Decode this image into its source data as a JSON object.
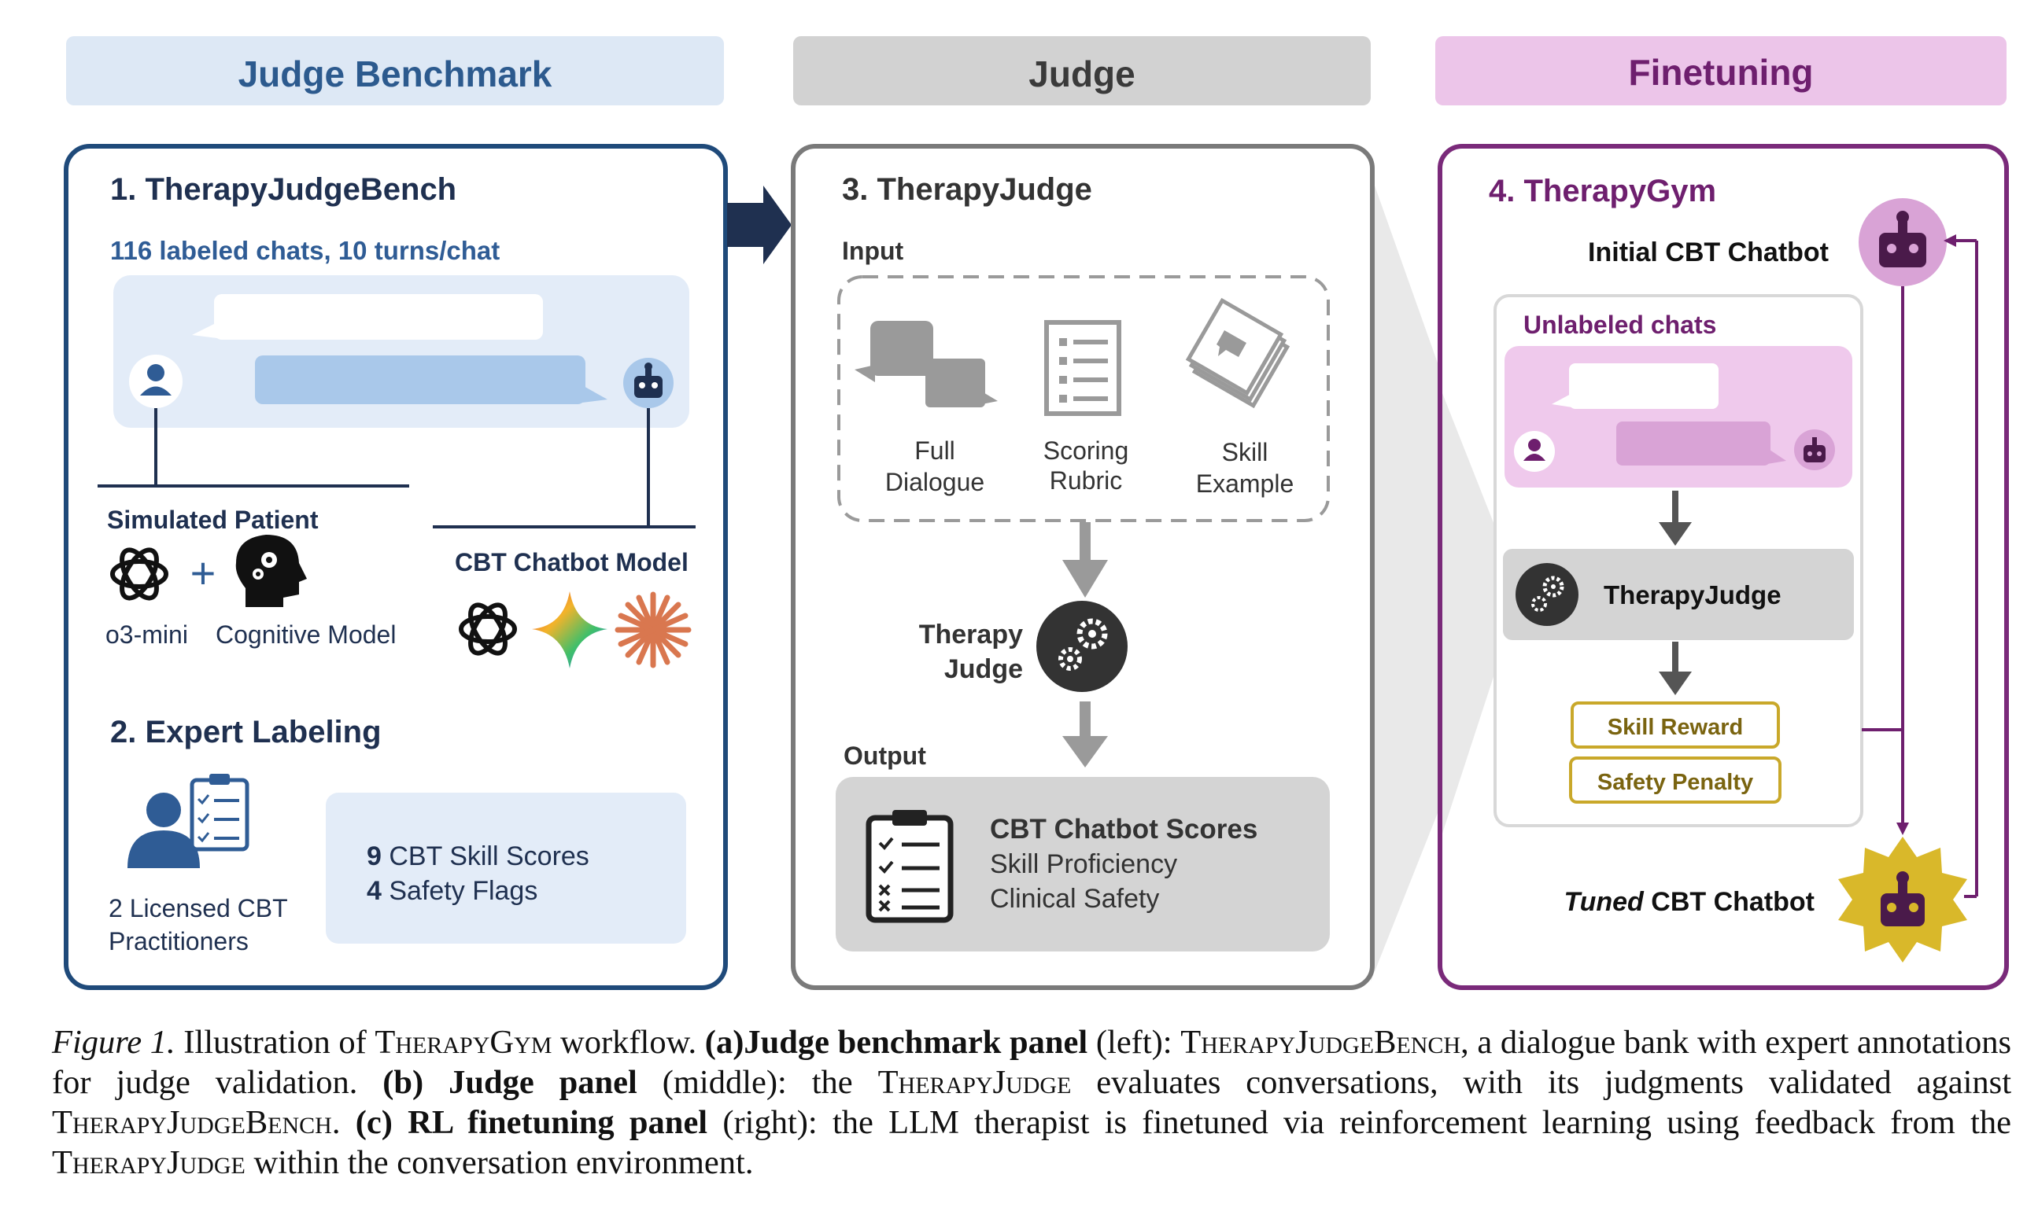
{
  "headers": {
    "judge_benchmark": "Judge Benchmark",
    "judge": "Judge",
    "finetuning": "Finetuning"
  },
  "panel1": {
    "title": "1. TherapyJudgeBench",
    "subtitle": "116 labeled chats, 10 turns/chat",
    "simulated_patient": "Simulated Patient",
    "plus": "+",
    "o3_mini": "o3-mini",
    "cognitive_model": "Cognitive Model",
    "cbt_chatbot_model": "CBT Chatbot Model",
    "expert_labeling": "2. Expert Labeling",
    "practitioners_line1": "2 Licensed CBT",
    "practitioners_line2": "Practitioners",
    "skill_scores_num": "9",
    "skill_scores_text": " CBT Skill Scores",
    "safety_flags_num": "4",
    "safety_flags_text": " Safety Flags"
  },
  "panel3": {
    "title": "3. TherapyJudge",
    "input_label": "Input",
    "full_dialogue_1": "Full",
    "full_dialogue_2": "Dialogue",
    "scoring_rubric_1": "Scoring",
    "scoring_rubric_2": "Rubric",
    "skill_example_1": "Skill",
    "skill_example_2": "Example",
    "therapy_judge_1": "Therapy",
    "therapy_judge_2": "Judge",
    "output_label": "Output",
    "scores_title": "CBT Chatbot Scores",
    "skill_proficiency": "Skill Proficiency",
    "clinical_safety": "Clinical Safety"
  },
  "panel4": {
    "title": "4. TherapyGym",
    "initial_chatbot": "Initial CBT Chatbot",
    "unlabeled_chats": "Unlabeled chats",
    "therapy_judge": "TherapyJudge",
    "skill_reward": "Skill Reward",
    "safety_penalty": "Safety Penalty",
    "tuned_word": "Tuned",
    "tuned_rest": " CBT Chatbot"
  },
  "caption": {
    "figure_label": "Figure 1.",
    "text1": " Illustration of ",
    "therapygym": "TherapyGym",
    "text2": " workflow. ",
    "a_bold": "(a)Judge benchmark panel",
    "text3": " (left): ",
    "bench1": "TherapyJudgeBench",
    "text4": ", a dialogue bank with expert annotations for judge validation. ",
    "b_bold": "(b) Judge panel",
    "text5": " (middle): the ",
    "judge1": "TherapyJudge",
    "text6": " evaluates conversations, with its judgments validated against ",
    "bench2": "TherapyJudgeBench",
    "text7": ". ",
    "c_bold": "(c) RL finetuning panel",
    "text8": " (right): the LLM therapist is finetuned via reinforcement learning using feedback from the ",
    "judge2": "TherapyJudge",
    "text9": " within the conversation environment."
  },
  "colors": {
    "blue_dark": "#1f4a7a",
    "blue_header_bg": "#dde8f5",
    "blue_header_text": "#2c5a8e",
    "blue_light_box": "#e3ecf8",
    "blue_bubble": "#a9c8ea",
    "gray_header_bg": "#d2d2d2",
    "gray_border": "#7a7a7a",
    "gray_output_bg": "#d4d4d4",
    "purple_border": "#7a2a7a",
    "purple_header_bg": "#ecc5e9",
    "purple_header_text": "#6e1f6e",
    "purple_light_box": "#efc9ec",
    "purple_bubble": "#d9a3d6",
    "gold": "#c9a82a",
    "gold_text": "#7a6410"
  }
}
